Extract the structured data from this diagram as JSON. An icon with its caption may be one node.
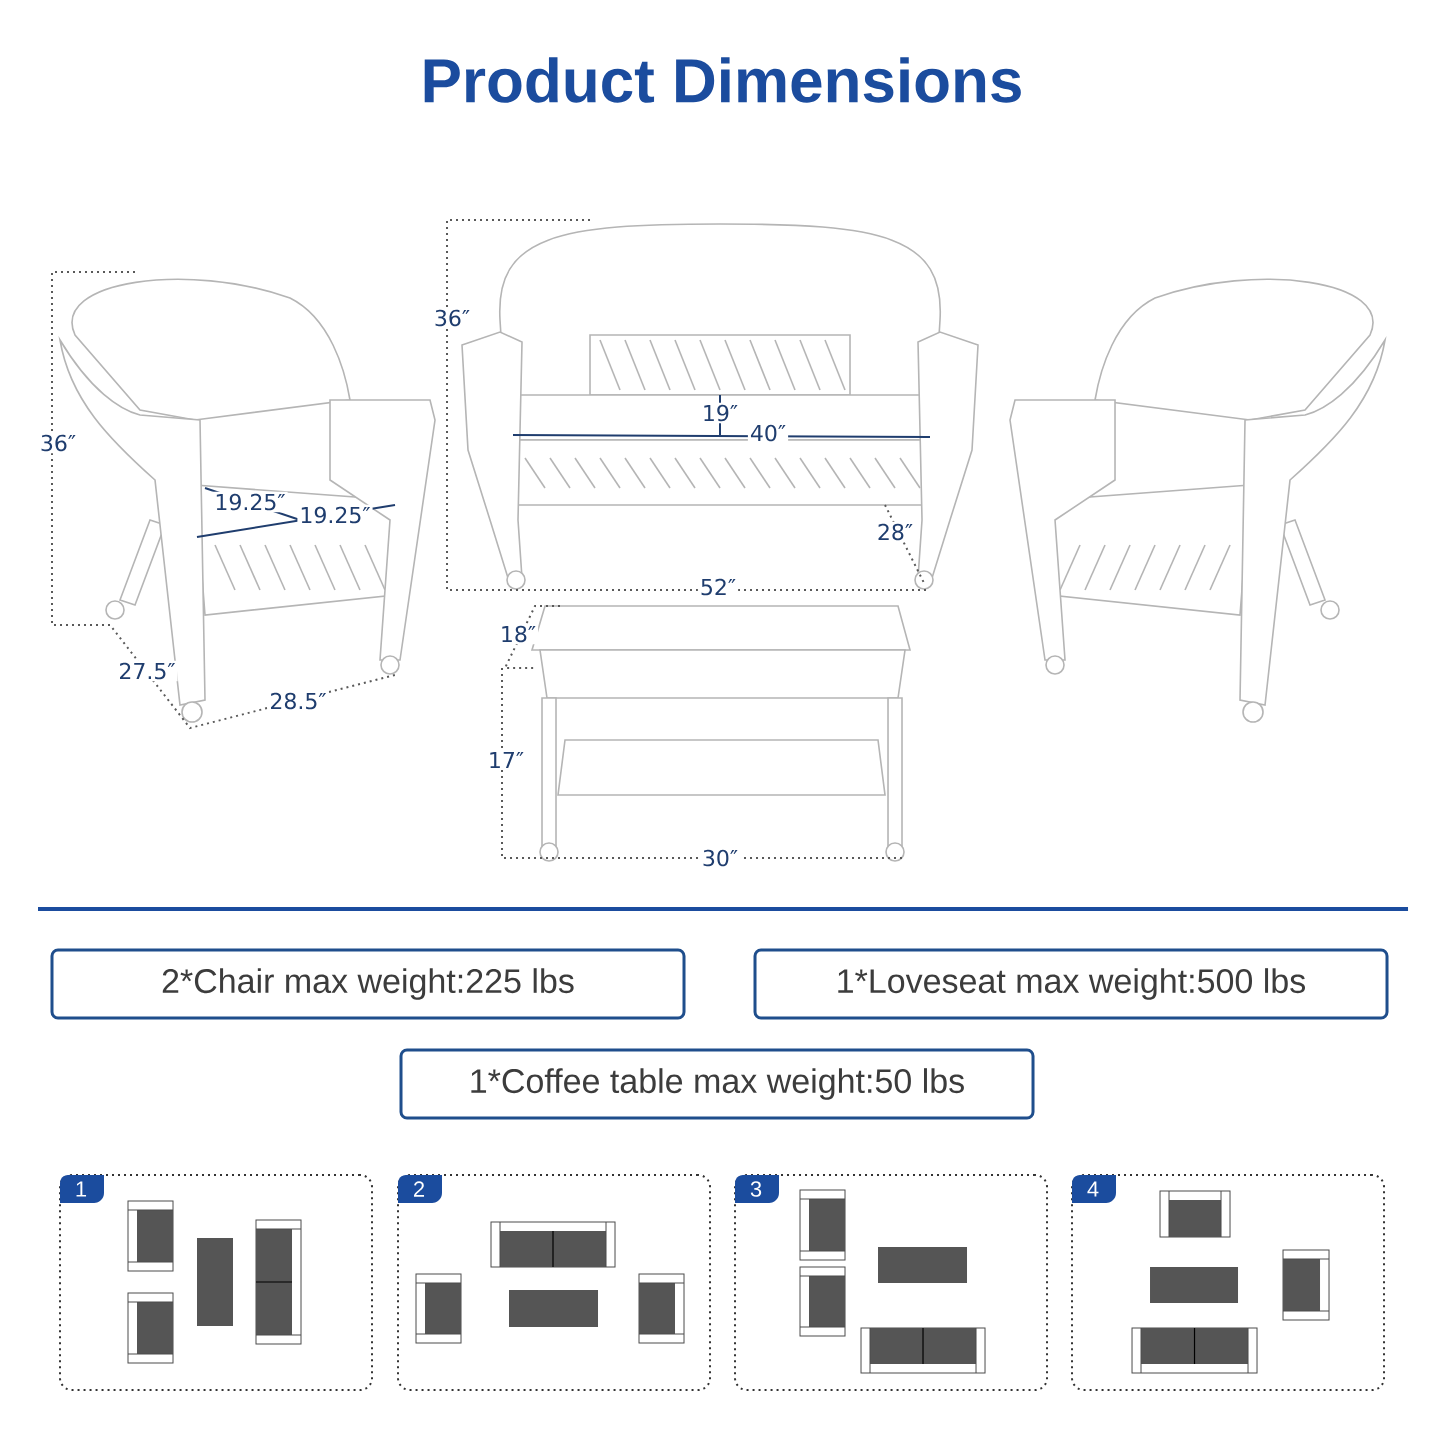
{
  "diagram": {
    "title": "Product Dimensions",
    "nodes": [
      {
        "text": [
          "2*Chair max weight:225 lbs"
        ]
      },
      {
        "text": [
          "1*Loveseat max weight:500 lbs"
        ]
      },
      {
        "text": [
          "1*Coffee table max weight:50 lbs"
        ]
      },
      {
        "text": [
          "1"
        ]
      },
      {
        "text": [
          "2"
        ]
      },
      {
        "text": [
          "3"
        ]
      },
      {
        "text": [
          "4"
        ]
      }
    ],
    "labels": [
      "36″",
      "36″",
      "19″",
      "40″",
      "19.25″",
      "19.25″",
      "28″",
      "52″",
      "18″",
      "27.5″",
      "28.5″",
      "17″",
      "30″"
    ]
  }
}
